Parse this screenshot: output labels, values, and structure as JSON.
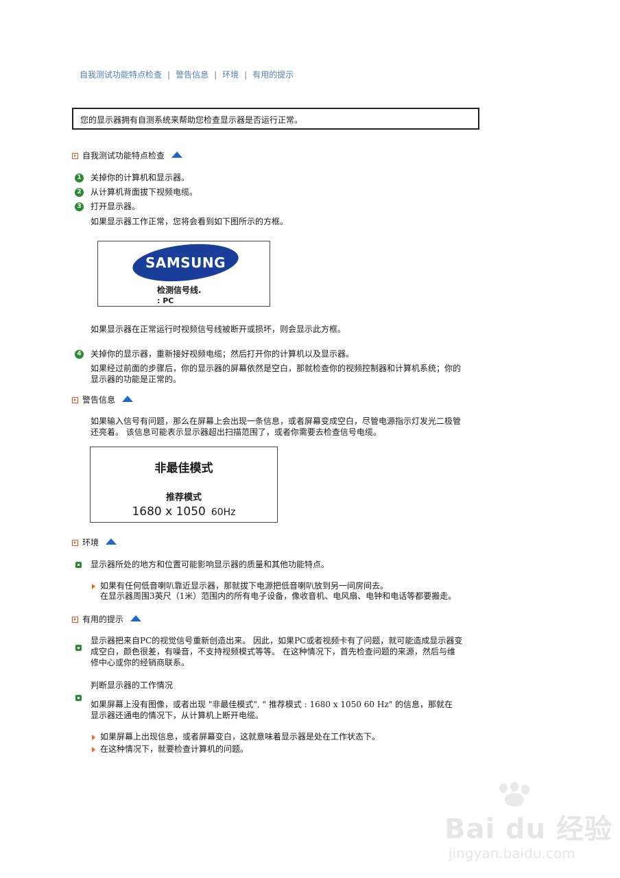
{
  "nav": {
    "items": [
      "自我测试功能特点检查",
      "警告信息",
      "环境",
      "有用的提示"
    ],
    "separator": "|"
  },
  "intro": "您的显示器拥有自测系统来帮助您检查显示器是否运行正常。",
  "sections": {
    "selftest": {
      "title": "自我测试功能特点检查",
      "steps": [
        {
          "num": "1",
          "text": "关掉你的计算机和显示器。"
        },
        {
          "num": "2",
          "text": "从计算机背面拔下视频电缆。"
        },
        {
          "num": "3",
          "text": "打开显示器。"
        }
      ],
      "step3_note": "如果显示器工作正常，您将会看到如下图所示的方框。",
      "box": {
        "logo": "SAMSUNG",
        "line1": "检测信号线.",
        "line2": ":   PC"
      },
      "after_box": "如果显示器在正常运行时视频信号线被断开或损坏，则会显示此方框。",
      "step4": {
        "num": "4",
        "text": "关掉你的显示器，重新接好视频电缆；然后打开你的计算机以及显示器。"
      },
      "step4_note_line1": "如果经过前面的步骤后，你的显示器的屏幕依然是空白，那就检查你的视频控制器和计算机系统；你的",
      "step4_note_line2": "显示器的功能是正常的。"
    },
    "warning": {
      "title": "警告信息",
      "para_line1": "如果输入信号有问题，那么在屏幕上会出现一条信息，或者屏幕变成空白，尽管电源指示灯发光二极管",
      "para_line2": "还亮着。 该信息可能表示显示器超出扫描范围了，或者你需要去检查信号电缆。",
      "box": {
        "title": "非最佳模式",
        "subtitle": "推荐模式",
        "resolution": "1680 x 1050",
        "refresh": "60Hz"
      }
    },
    "environment": {
      "title": "环境",
      "bullet": "显示器所处的地方和位置可能影响显示器的质量和其他功能特点。",
      "sub_line1": "如果有任何低音喇叭靠近显示器，那就拔下电源把低音喇叭放到另一间房间去。",
      "sub_line2": "在显示器周围3英尺（1米）范围内的所有电子设备，像收音机、电风扇、电钟和电话等都要搬走。"
    },
    "tips": {
      "title": "有用的提示",
      "bullet1_line1": "显示器把来自PC的视觉信号重新创造出来。 因此，如果PC或者视频卡有了问题，就可能造成显示器变",
      "bullet1_line2": "成空白，颜色很差，有噪音，不支持视频模式等等。 在这种情况下，首先检查问题的来源，然后与维",
      "bullet1_line3": "修中心或你的经销商联系。",
      "bullet2": "判断显示器的工作情况",
      "para_line1": "如果屏幕上没有图像，或者出现 \"非最佳模式\", \" 推荐模式 : 1680 x 1050 60 Hz\" 的信息，那就在",
      "para_line2": "显示器还通电的情况下，从计算机上断开电缆。",
      "sub1": "如果屏幕上出现信息，或者屏幕变白，这就意味着显示器是处在工作状态下。",
      "sub2": "在这种情况下，就要检查计算机的问题。"
    }
  },
  "watermark": {
    "brand": "Bai  du 经验",
    "url": "jingyan.baidu.com"
  },
  "colors": {
    "link": "#4f7fb8",
    "green": "#2a8a32",
    "orange": "#e0521e",
    "arrow": "#1f67c8"
  }
}
